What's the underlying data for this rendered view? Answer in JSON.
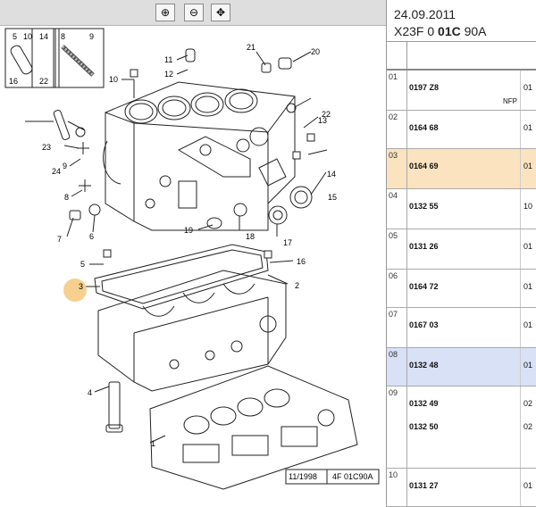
{
  "toolbar": {
    "zoom_in_icon": "magnifier-plus-icon",
    "zoom_out_icon": "magnifier-minus-icon",
    "pan_icon": "crosshair-move-icon"
  },
  "diagram": {
    "inset_labels": [
      "5",
      "10",
      "14",
      "8",
      "9",
      "16",
      "22"
    ],
    "callouts": [
      "1",
      "2",
      "3",
      "4",
      "5",
      "6",
      "7",
      "8",
      "9",
      "10",
      "11",
      "12",
      "13",
      "14",
      "15",
      "16",
      "17",
      "18",
      "19",
      "20",
      "21",
      "22",
      "23",
      "24"
    ],
    "footer_date": "11/1998",
    "footer_code": "4F 01C90A"
  },
  "header": {
    "date": "24.09.2011",
    "code_prefix": "X23F 0 ",
    "code_bold": "01C",
    "code_suffix": " 90A"
  },
  "parts": [
    {
      "num": "01",
      "ref": "0197 Z8",
      "qty": "01",
      "note": "NFP"
    },
    {
      "num": "02",
      "ref": "0164 68",
      "qty": "01",
      "note": ""
    },
    {
      "num": "03",
      "ref": "0164 69",
      "qty": "01",
      "note": ""
    },
    {
      "num": "04",
      "ref": "0132 55",
      "qty": "10",
      "note": ""
    },
    {
      "num": "05",
      "ref": "0131 26",
      "qty": "01",
      "note": ""
    },
    {
      "num": "06",
      "ref": "0164 72",
      "qty": "01",
      "note": ""
    },
    {
      "num": "07",
      "ref": "0167 03",
      "qty": "01",
      "note": ""
    },
    {
      "num": "08",
      "ref": "0132 48",
      "qty": "01",
      "note": ""
    },
    {
      "num": "09",
      "ref": "0132 49",
      "qty": "02",
      "note": "",
      "ref2": "0132 50",
      "qty2": "02"
    },
    {
      "num": "10",
      "ref": "0131 27",
      "qty": "01",
      "note": ""
    }
  ],
  "colors": {
    "highlight_selected": "#fbe3bf",
    "highlight_hover": "#d9e1f7",
    "marker": "#f5c87a"
  }
}
